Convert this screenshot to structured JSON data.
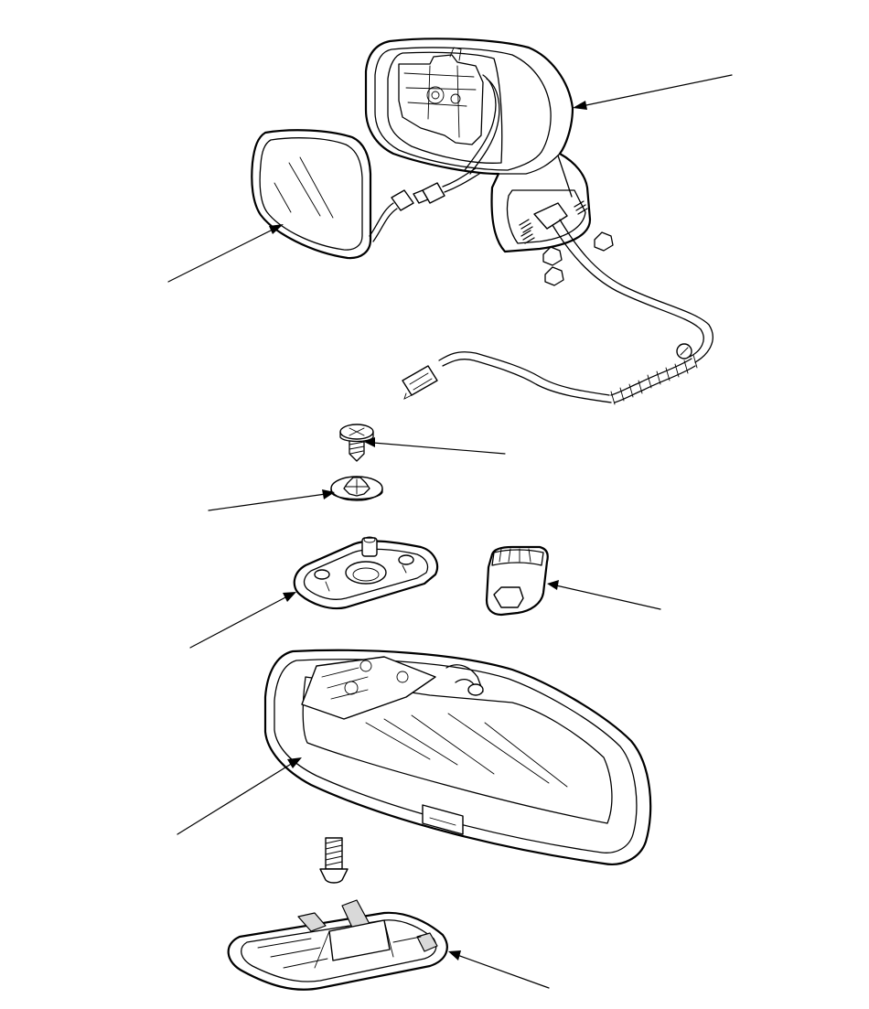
{
  "diagram": {
    "parts": [
      {
        "id": "door-mirror-housing",
        "icon": "door-mirror-housing-icon"
      },
      {
        "id": "mirror-glass",
        "icon": "mirror-glass-icon"
      },
      {
        "id": "wire-harness",
        "icon": "wire-harness-icon"
      },
      {
        "id": "screw",
        "icon": "screw-icon"
      },
      {
        "id": "washer",
        "icon": "washer-icon"
      },
      {
        "id": "mount-bracket",
        "icon": "mount-bracket-icon"
      },
      {
        "id": "cover",
        "icon": "cover-icon"
      },
      {
        "id": "rearview-mirror",
        "icon": "rearview-mirror-icon"
      },
      {
        "id": "bolt",
        "icon": "bolt-icon"
      },
      {
        "id": "mirror-base",
        "icon": "mirror-base-icon"
      }
    ],
    "colors": {
      "line": "#000000",
      "background": "#ffffff",
      "shade": "#d9d9d9"
    }
  }
}
